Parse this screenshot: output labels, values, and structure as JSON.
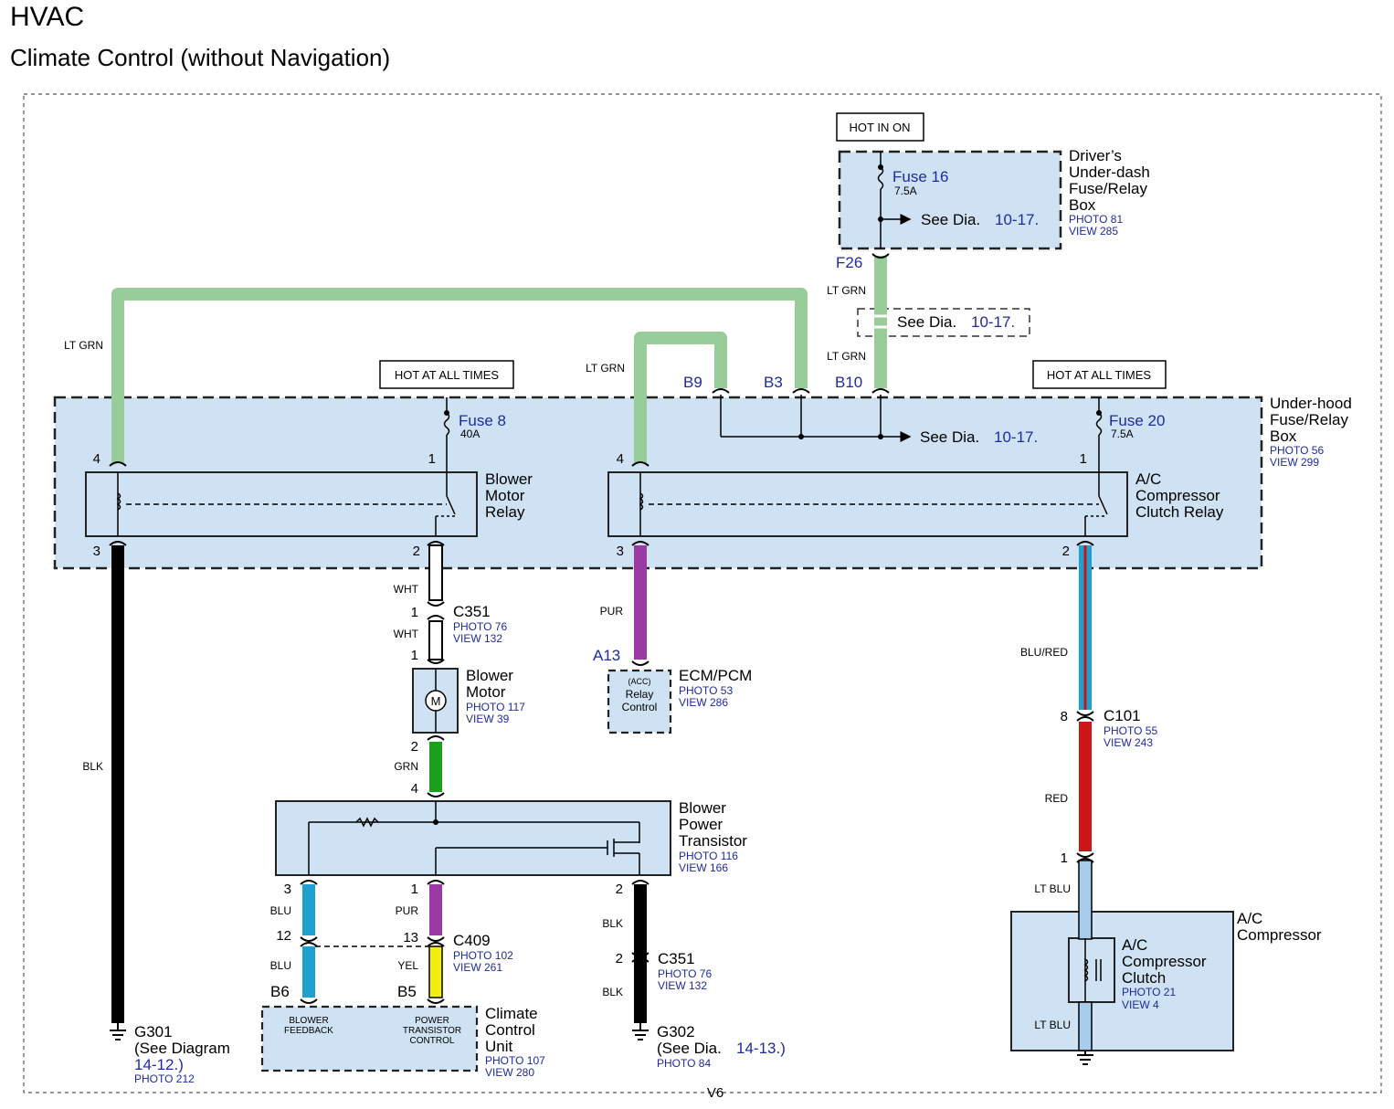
{
  "header": {
    "title": "HVAC",
    "subtitle": "Climate Control (without Navigation)"
  },
  "colors": {
    "box_fill": "#cfe2f3",
    "lt_grn": "#98cc98",
    "blk": "#000000",
    "wht": "#ffffff",
    "pur": "#9b3aa0",
    "grn": "#1aa01a",
    "blu": "#1ea0d0",
    "yel": "#f2ee10",
    "red": "#cc1616",
    "lt_blu": "#a8ccec",
    "ref_blue": "#1f2a9e"
  },
  "hot_labels": {
    "hot_in_on": "HOT IN ON",
    "hot_at_all_times": "HOT AT ALL TIMES"
  },
  "see_dia": "See Dia.",
  "dia_10_17": "10-17.",
  "driver_box": {
    "name_lines": [
      "Driver’s",
      "Under-dash",
      "Fuse/Relay",
      "Box"
    ],
    "photo": "PHOTO 81",
    "view": "VIEW 285",
    "fuse": "Fuse 16",
    "amp": "7.5A",
    "terminal": "F26"
  },
  "underhood_box": {
    "name_lines": [
      "Under-hood",
      "Fuse/Relay",
      "Box"
    ],
    "photo": "PHOTO 56",
    "view": "VIEW 299",
    "fuse8": "Fuse 8",
    "fuse8_amp": "40A",
    "fuse20": "Fuse 20",
    "fuse20_amp": "7.5A",
    "terminals": {
      "b9": "B9",
      "b3": "B3",
      "b10": "B10"
    }
  },
  "blower_relay": {
    "lines": [
      "Blower",
      "Motor",
      "Relay"
    ],
    "pins": [
      "4",
      "1",
      "3",
      "2"
    ]
  },
  "ac_relay": {
    "lines": [
      "A/C",
      "Compressor",
      "Clutch Relay"
    ],
    "pins": [
      "4",
      "1",
      "3",
      "2"
    ]
  },
  "wires": {
    "lt_grn": "LT GRN",
    "blk": "BLK",
    "wht": "WHT",
    "pur": "PUR",
    "grn": "GRN",
    "blu": "BLU",
    "yel": "YEL",
    "blu_red": "BLU/RED",
    "red": "RED",
    "lt_blu": "LT BLU"
  },
  "c351_top": {
    "name": "C351",
    "photo": "PHOTO 76",
    "view": "VIEW 132",
    "pin_a": "1",
    "pin_b": "1"
  },
  "blower_motor": {
    "lines": [
      "Blower",
      "Motor"
    ],
    "photo": "PHOTO 117",
    "view": "VIEW 39",
    "symbol": "M",
    "pin_bottom": "2"
  },
  "ecm": {
    "name": "ECM/PCM",
    "photo": "PHOTO 53",
    "view": "VIEW 286",
    "terminal": "A13",
    "inner": [
      "(ACC)",
      "Relay",
      "Control"
    ]
  },
  "bpt": {
    "lines": [
      "Blower",
      "Power",
      "Transistor"
    ],
    "photo": "PHOTO 116",
    "view": "VIEW 166",
    "pins": [
      "4",
      "3",
      "1",
      "2"
    ]
  },
  "c409": {
    "name": "C409",
    "photo": "PHOTO 102",
    "view": "VIEW 261",
    "pin_left": "12",
    "pin_right": "13"
  },
  "c351_bottom": {
    "name": "C351",
    "photo": "PHOTO 76",
    "view": "VIEW 132",
    "pin": "2"
  },
  "ccu": {
    "lines": [
      "Climate",
      "Control",
      "Unit"
    ],
    "photo": "PHOTO 107",
    "view": "VIEW 280",
    "terminals": [
      "B6",
      "B5"
    ],
    "left_label": [
      "BLOWER",
      "FEEDBACK"
    ],
    "right_label": [
      "POWER",
      "TRANSISTOR",
      "CONTROL"
    ]
  },
  "g301": {
    "name": "G301",
    "line2": "(See Diagram",
    "ref": "14-12.)",
    "photo": "PHOTO 212"
  },
  "g302": {
    "name": "G302",
    "line2": "(See Dia.",
    "ref": "14-13.)",
    "photo": "PHOTO 84"
  },
  "c101": {
    "name": "C101",
    "photo": "PHOTO 55",
    "view": "VIEW 243",
    "pin_top": "8",
    "pin_bottom": "1"
  },
  "ac_compressor": {
    "lines": [
      "A/C",
      "Compressor"
    ],
    "clutch_lines": [
      "A/C",
      "Compressor",
      "Clutch"
    ],
    "photo": "PHOTO 21",
    "view": "VIEW 4"
  },
  "page_id": "V6"
}
